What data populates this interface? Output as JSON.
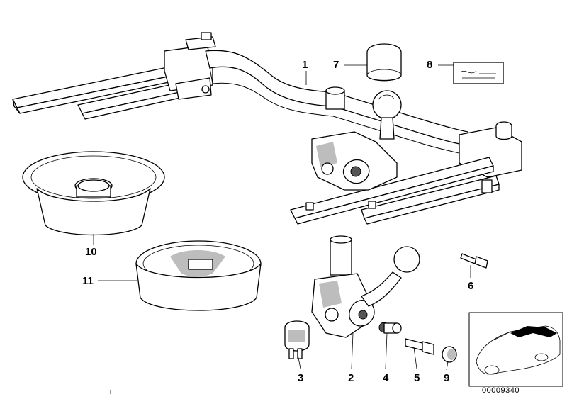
{
  "diagram": {
    "callouts": [
      {
        "id": "1",
        "label": "1"
      },
      {
        "id": "2",
        "label": "2"
      },
      {
        "id": "3",
        "label": "3"
      },
      {
        "id": "4",
        "label": "4"
      },
      {
        "id": "5",
        "label": "5"
      },
      {
        "id": "6",
        "label": "6"
      },
      {
        "id": "7",
        "label": "7"
      },
      {
        "id": "8",
        "label": "8"
      },
      {
        "id": "9",
        "label": "9"
      },
      {
        "id": "10",
        "label": "10"
      },
      {
        "id": "11",
        "label": "11"
      }
    ],
    "thumbnail": {
      "code": "00009340"
    }
  }
}
